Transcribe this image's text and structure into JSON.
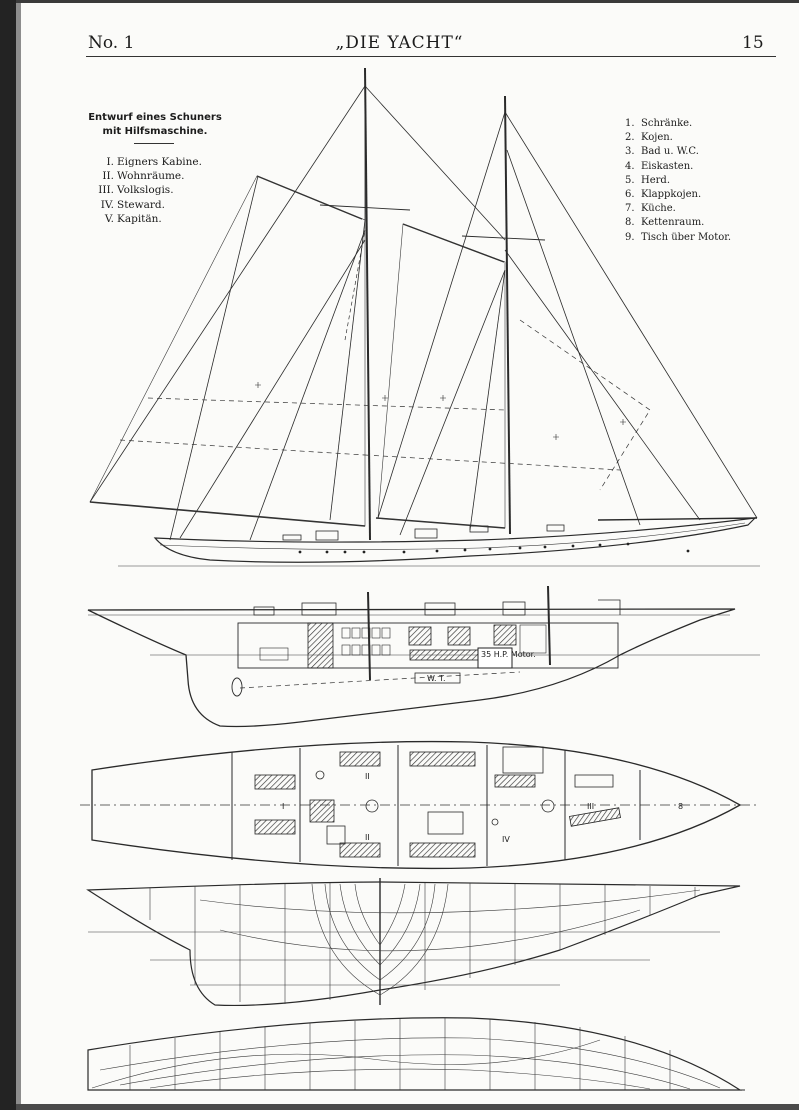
{
  "header": {
    "left": "No. 1",
    "center": "„DIE YACHT“",
    "right": "15"
  },
  "title": {
    "line1": "Entwurf eines Schuners",
    "line2": "mit Hilfsmaschine."
  },
  "rooms": [
    {
      "num": "I.",
      "label": "Eigners Kabine."
    },
    {
      "num": "II.",
      "label": "Wohnräume."
    },
    {
      "num": "III.",
      "label": "Volkslogis."
    },
    {
      "num": "IV.",
      "label": "Steward."
    },
    {
      "num": "V.",
      "label": "Kapitän."
    }
  ],
  "fittings": [
    {
      "num": "1.",
      "label": "Schränke."
    },
    {
      "num": "2.",
      "label": "Kojen."
    },
    {
      "num": "3.",
      "label": "Bad u. W.C."
    },
    {
      "num": "4.",
      "label": "Eiskasten."
    },
    {
      "num": "5.",
      "label": "Herd."
    },
    {
      "num": "6.",
      "label": "Klappkojen."
    },
    {
      "num": "7.",
      "label": "Küche."
    },
    {
      "num": "8.",
      "label": "Kettenraum."
    },
    {
      "num": "9.",
      "label": "Tisch über Motor."
    }
  ],
  "drawing_labels": {
    "motor": "35 H.P. Motor.",
    "waterline_tag": "W. T.",
    "plan_I": "I",
    "plan_II": "II",
    "plan_III": "III",
    "plan_IV": "IV",
    "plan_8": "8"
  }
}
